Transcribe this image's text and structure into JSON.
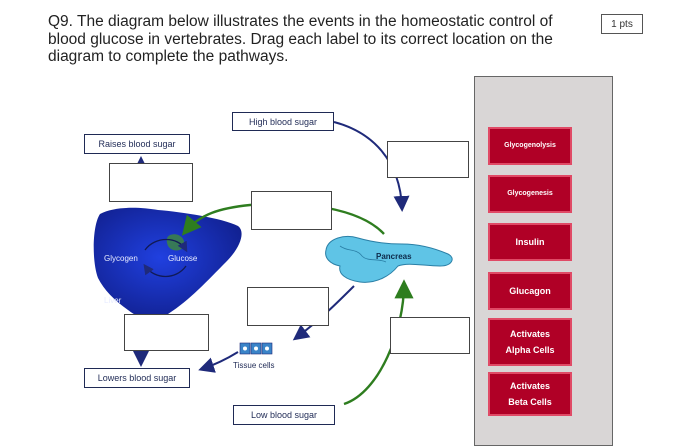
{
  "question": {
    "line1": "Q9. The diagram below illustrates the events in the homeostatic control of",
    "line2": "blood glucose in vertebrates. Drag each label to its correct location on the",
    "line3": "diagram to complete the pathways."
  },
  "points": "1 pts",
  "diagram": {
    "high_blood_sugar": "High blood sugar",
    "raises_blood_sugar": "Raises blood sugar",
    "lowers_blood_sugar": "Lowers blood sugar",
    "low_blood_sugar": "Low blood sugar",
    "glycogen": "Glycogen",
    "glucose": "Glucose",
    "liver": "Liver",
    "pancreas": "Pancreas",
    "tissue_cells": "Tissue cells"
  },
  "drag_labels": [
    {
      "line1": "Glycogenolysis",
      "line2": ""
    },
    {
      "line1": "Glycogenesis",
      "line2": ""
    },
    {
      "line1": "Insulin",
      "line2": ""
    },
    {
      "line1": "Glucagon",
      "line2": ""
    },
    {
      "line1": "Activates",
      "line2": "Alpha Cells"
    },
    {
      "line1": "Activates",
      "line2": "Beta Cells"
    }
  ],
  "colors": {
    "liver": "#1a2fb8",
    "pancreas": "#5fc4e6",
    "tile": "#b00026",
    "arrow_green": "#2e7d1f",
    "arrow_navy": "#1f2a7a"
  }
}
